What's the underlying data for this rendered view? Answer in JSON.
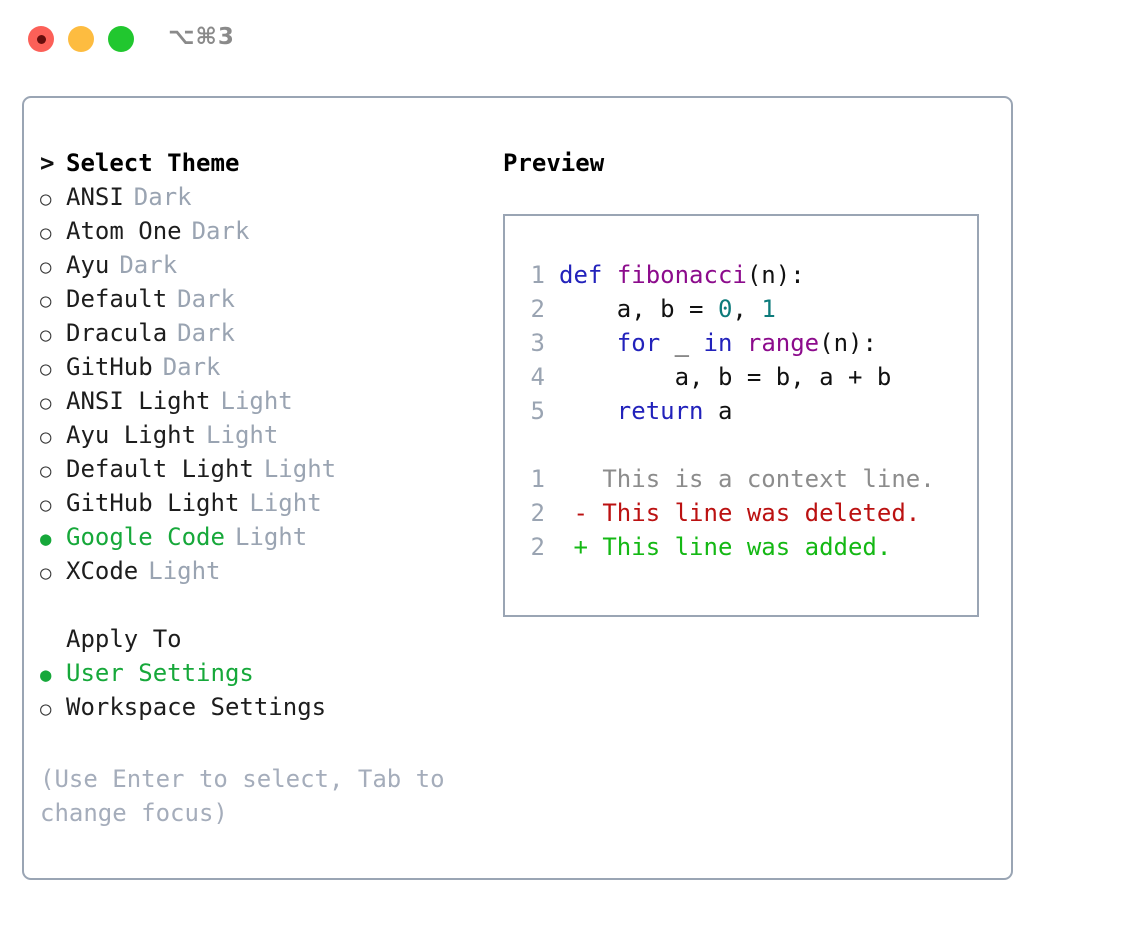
{
  "window": {
    "shortcut_label": "⌥⌘3",
    "traffic_lights": [
      {
        "name": "close",
        "color": "#fc6058"
      },
      {
        "name": "minimize",
        "color": "#fdbc40"
      },
      {
        "name": "maximize",
        "color": "#21c72f"
      }
    ]
  },
  "theme_list": {
    "heading": "Select Theme",
    "caret": ">",
    "marker_selected": "●",
    "marker_unselected": "○",
    "items": [
      {
        "label": "ANSI",
        "tag": "Dark",
        "selected": false
      },
      {
        "label": "Atom One",
        "tag": "Dark",
        "selected": false
      },
      {
        "label": "Ayu",
        "tag": "Dark",
        "selected": false
      },
      {
        "label": "Default",
        "tag": "Dark",
        "selected": false
      },
      {
        "label": "Dracula",
        "tag": "Dark",
        "selected": false
      },
      {
        "label": "GitHub",
        "tag": "Dark",
        "selected": false
      },
      {
        "label": "ANSI Light",
        "tag": "Light",
        "selected": false
      },
      {
        "label": "Ayu Light",
        "tag": "Light",
        "selected": false
      },
      {
        "label": "Default Light",
        "tag": "Light",
        "selected": false
      },
      {
        "label": "GitHub Light",
        "tag": "Light",
        "selected": false
      },
      {
        "label": "Google Code",
        "tag": "Light",
        "selected": true
      },
      {
        "label": "XCode",
        "tag": "Light",
        "selected": false
      }
    ]
  },
  "apply_to": {
    "heading": "Apply To",
    "options": [
      {
        "label": "User Settings",
        "selected": true
      },
      {
        "label": "Workspace Settings",
        "selected": false
      }
    ]
  },
  "hint": "(Use Enter to select, Tab to change focus)",
  "preview": {
    "title": "Preview",
    "code_lines": [
      {
        "num": "1",
        "tokens": [
          {
            "t": "def",
            "c": "kw"
          },
          {
            "t": " ",
            "c": "pl"
          },
          {
            "t": "fibonacci",
            "c": "fn"
          },
          {
            "t": "(n):",
            "c": "pl"
          }
        ]
      },
      {
        "num": "2",
        "tokens": [
          {
            "t": "    a, b = ",
            "c": "pl"
          },
          {
            "t": "0",
            "c": "num"
          },
          {
            "t": ", ",
            "c": "pl"
          },
          {
            "t": "1",
            "c": "num"
          }
        ]
      },
      {
        "num": "3",
        "tokens": [
          {
            "t": "    ",
            "c": "pl"
          },
          {
            "t": "for",
            "c": "kw"
          },
          {
            "t": " _ ",
            "c": "pl"
          },
          {
            "t": "in",
            "c": "kw"
          },
          {
            "t": " ",
            "c": "pl"
          },
          {
            "t": "range",
            "c": "fn"
          },
          {
            "t": "(n):",
            "c": "pl"
          }
        ]
      },
      {
        "num": "4",
        "tokens": [
          {
            "t": "        a, b = b, a + b",
            "c": "pl"
          }
        ]
      },
      {
        "num": "5",
        "tokens": [
          {
            "t": "    ",
            "c": "pl"
          },
          {
            "t": "return",
            "c": "kw"
          },
          {
            "t": " a",
            "c": "pl"
          }
        ]
      }
    ],
    "diff_lines": [
      {
        "num": "1",
        "sign": " ",
        "text": "This is a context line.",
        "kind": "diff-ctx"
      },
      {
        "num": "2",
        "sign": "-",
        "text": "This line was deleted.",
        "kind": "diff-del"
      },
      {
        "num": "2",
        "sign": "+",
        "text": "This line was added.",
        "kind": "diff-add"
      }
    ]
  },
  "colors": {
    "accent_green": "#16a83a",
    "muted": "#9aa4b2",
    "border": "#9aa5b4",
    "keyword": "#2222bb",
    "function": "#8c0b8c",
    "number": "#0d7b7b",
    "diff_added": "#14b814",
    "diff_deleted": "#bb1111"
  }
}
